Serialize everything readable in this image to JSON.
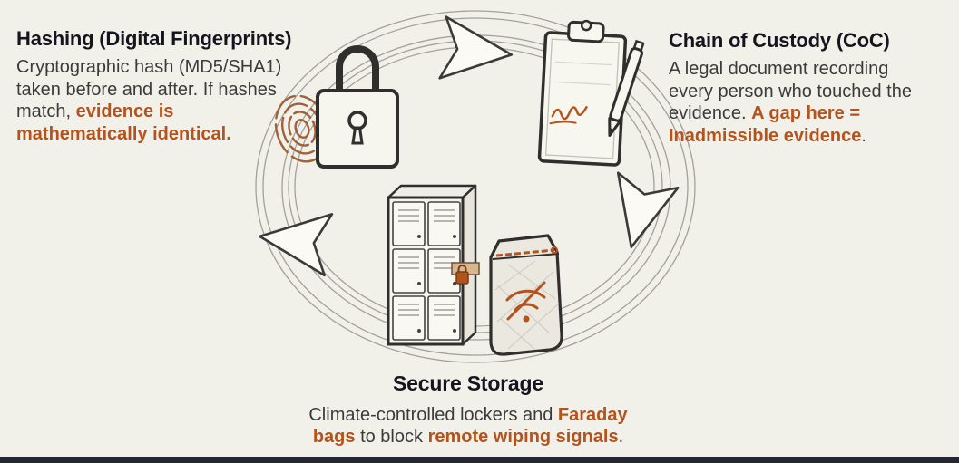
{
  "page": {
    "bg": "#f1f0e9",
    "accent": "#b4531d",
    "title_color": "#15151f",
    "body_color": "#3b3b3b",
    "footer_bar_color": "#232731",
    "sketch_line_color": "#2f2f2d"
  },
  "sections": {
    "hashing": {
      "title": "Hashing (Digital Fingerprints)",
      "body_plain": "Cryptographic hash (MD5/SHA1) taken before and after. If hashes match, ",
      "body_accent": "evidence is mathematically identical."
    },
    "chain_of_custody": {
      "title": "Chain of Custody (CoC)",
      "body_plain": "A legal document recording every person who touched the evidence. ",
      "body_accent": "A gap here = Inadmissible evidence",
      "body_end": "."
    },
    "secure_storage": {
      "title": "Secure Storage",
      "body_plain_1": "Climate-controlled lockers and ",
      "body_accent_1": "Faraday bags",
      "body_plain_2": " to block ",
      "body_accent_2": "remote wiping signals",
      "body_plain_3": "."
    }
  },
  "icons": {
    "cycle": "cycle-arrows",
    "fingerprint": "fingerprint-icon",
    "padlock": "padlock-icon",
    "clipboard": "clipboard-icon",
    "pen": "pen-icon",
    "lockers": "storage-lockers-icon",
    "faraday_bag": "faraday-bag-icon",
    "wifi_off": "wifi-off-icon"
  }
}
